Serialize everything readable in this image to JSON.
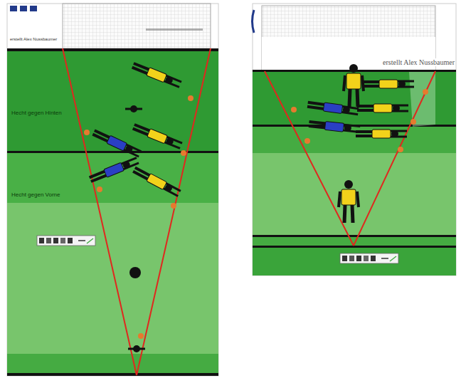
{
  "diagram": {
    "labels": [
      "erstellt Alex Nussbaumer",
      "Hecht gegen Hinten",
      "Hecht gegen Vorne",
      "erstellt Alex Nussbaumer"
    ]
  }
}
